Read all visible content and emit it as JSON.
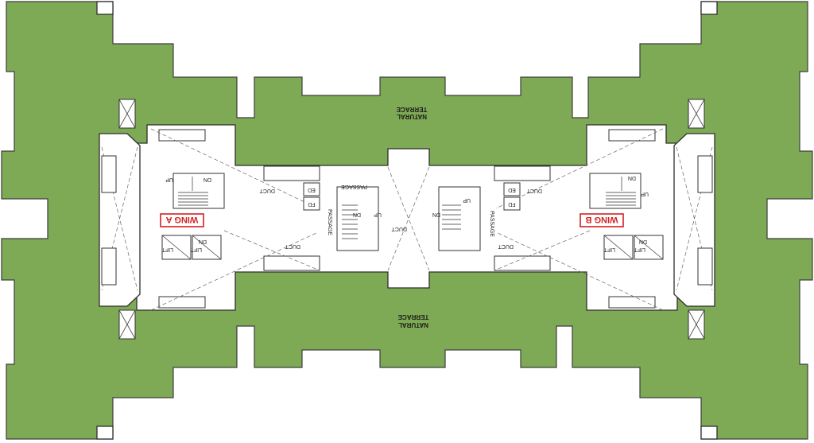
{
  "labels": {
    "natural": "NATURAL",
    "terrace": "TERRACE",
    "wing_a": "WING A",
    "wing_b": "WING B",
    "passage": "PASSAGE",
    "duct": "DUCT",
    "lift": "LIFT",
    "ed": "ED",
    "fd": "FD",
    "up": "UP",
    "dn": "DN"
  },
  "colors": {
    "terrace": "#7ea955",
    "wing_label": "#d42020"
  }
}
